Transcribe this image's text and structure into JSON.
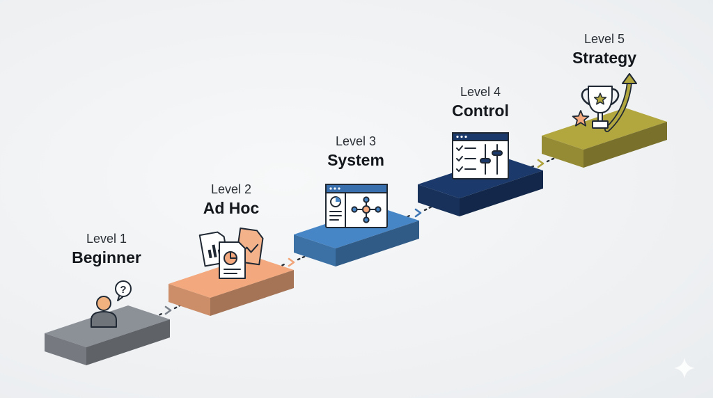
{
  "levels": [
    {
      "number_label": "Level 1",
      "name": "Beginner",
      "color": "#8c9097",
      "icon": "person-question-icon"
    },
    {
      "number_label": "Level 2",
      "name": "Ad Hoc",
      "color": "#f3a97d",
      "icon": "reports-icon"
    },
    {
      "number_label": "Level 3",
      "name": "System",
      "color": "#4786c6",
      "icon": "dashboard-network-icon"
    },
    {
      "number_label": "Level 4",
      "name": "Control",
      "color": "#1b3a6b",
      "icon": "checklist-sliders-icon"
    },
    {
      "number_label": "Level 5",
      "name": "Strategy",
      "color": "#b2a63f",
      "icon": "trophy-arrow-icon"
    }
  ],
  "connector_colors": [
    "#7b828b",
    "#f1a57a",
    "#3c74b3",
    "#b0a23c"
  ],
  "corner_icon": "sparkle-icon"
}
